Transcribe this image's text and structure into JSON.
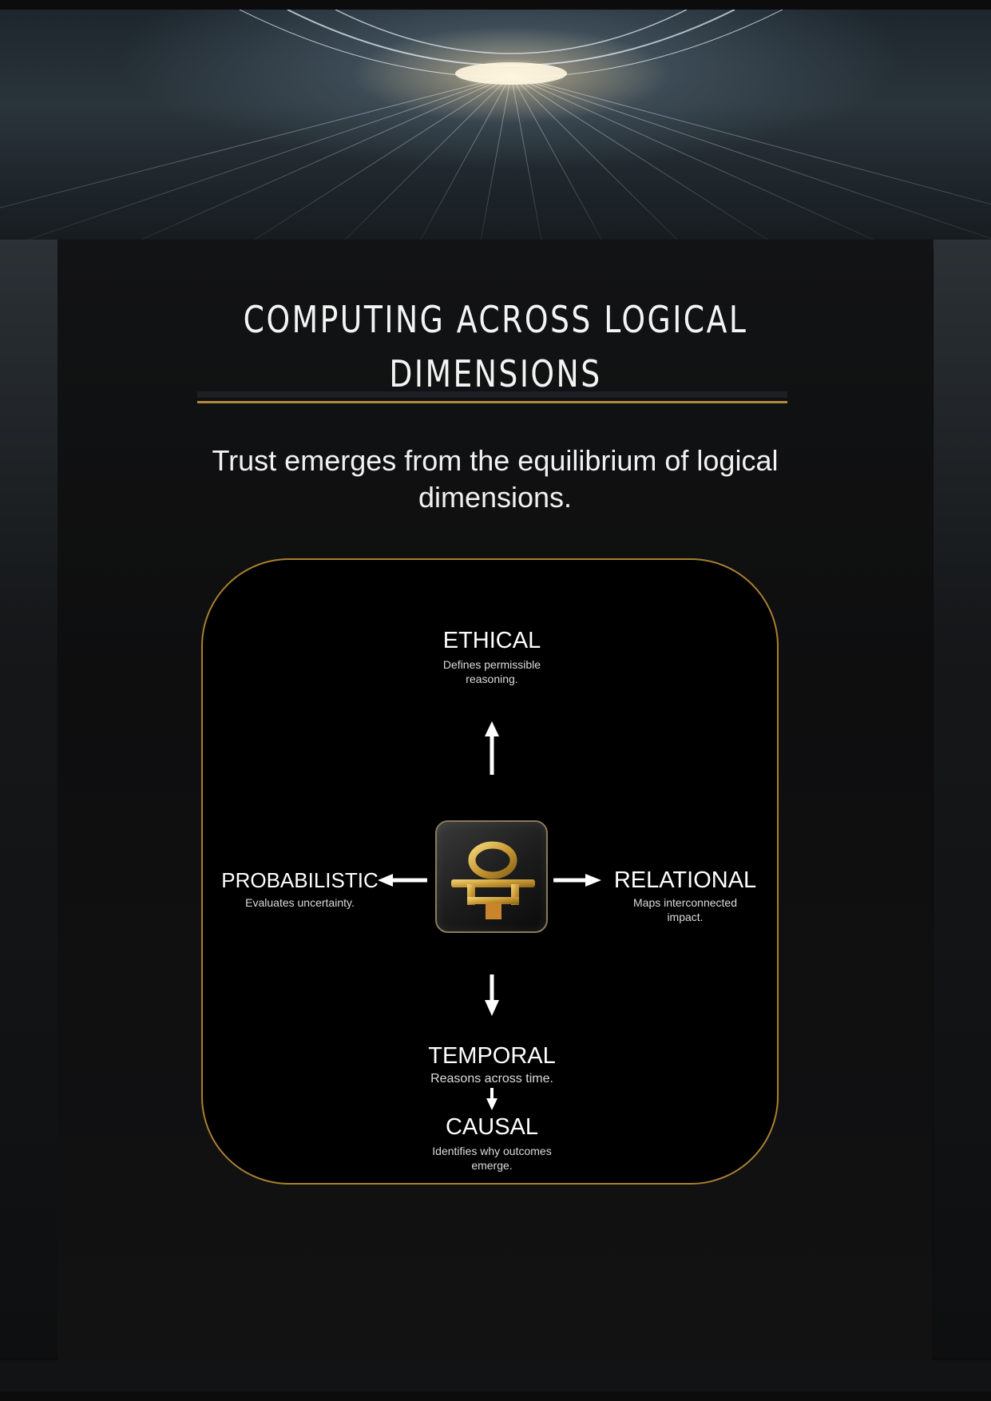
{
  "title_lines": [
    "COMPUTING ACROSS LOGICAL",
    "DIMENSIONS"
  ],
  "subtitle": "Trust emerges from the equilibrium of logical dimensions.",
  "colors": {
    "accent_gold": "#b18a40",
    "panel_background": "#0e0e0f",
    "diagram_background": "#000000",
    "text": "#ffffff"
  },
  "diagram": {
    "center_icon": "golden-ankh-symbol-icon",
    "nodes": {
      "ethical": {
        "label": "ETHICAL",
        "desc_lines": [
          "Defines permissible",
          "reasoning."
        ]
      },
      "probabilistic": {
        "label": "PROBABILISTIC",
        "desc_lines": [
          "Evaluates uncertainty."
        ]
      },
      "relational": {
        "label": "RELATIONAL",
        "desc_lines": [
          "Maps interconnected",
          "impact."
        ]
      },
      "temporal": {
        "label": "TEMPORAL",
        "desc_lines": [
          "Reasons across time."
        ]
      },
      "causal": {
        "label": "CAUSAL",
        "desc_lines": [
          "Identifies why outcomes",
          "emerge."
        ]
      }
    }
  }
}
